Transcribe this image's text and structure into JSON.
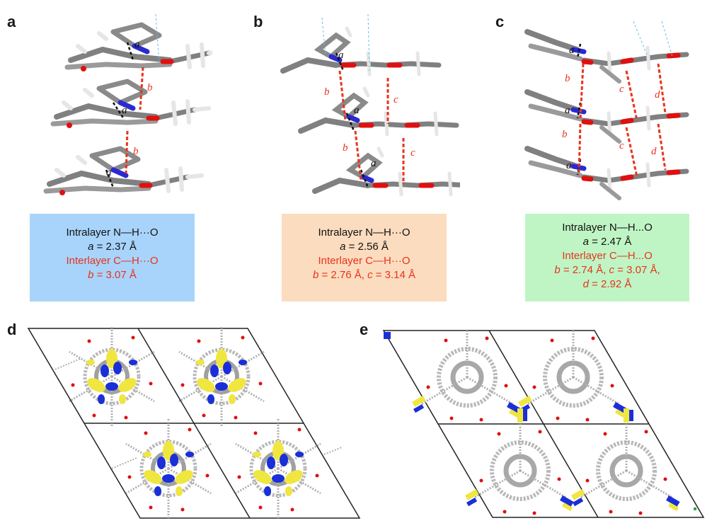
{
  "panels": {
    "a": {
      "letter": "a",
      "box_color": "#a8d4fb",
      "intra_title": "Intralayer N—H···O",
      "intra_var": "a",
      "intra_value": " = 2.37 Å",
      "inter_title": "Interlayer C—H···O",
      "inter_line1_var": "b",
      "inter_line1_value": " = 3.07 Å",
      "labels": [
        "a",
        "b",
        "a",
        "b",
        "a"
      ]
    },
    "b": {
      "letter": "b",
      "box_color": "#fbdcbf",
      "intra_title": "Intralayer N—H···O",
      "intra_var": "a",
      "intra_value": " = 2.56 Å",
      "inter_title": "Interlayer C—H···O",
      "inter_line1_var": "b",
      "inter_line1_value": " = 2.76 Å, ",
      "inter_line1_var2": "c",
      "inter_line1_value2": " = 3.14 Å",
      "labels": [
        "a",
        "b",
        "c",
        "a",
        "b",
        "c",
        "a"
      ]
    },
    "c": {
      "letter": "c",
      "box_color": "#bff5c5",
      "intra_title": "Intralayer N—H...O",
      "intra_var": "a",
      "intra_value": " = 2.47 Å",
      "inter_title": "Interlayer C—H...O",
      "inter_line1_var": "b",
      "inter_line1_value": " = 2.74 Å, ",
      "inter_line1_var2": "c",
      "inter_line1_value2": " = 3.07 Å,",
      "inter_line2_var": "d",
      "inter_line2_value": " = 2.92 Å",
      "labels": [
        "a",
        "b",
        "c",
        "d",
        "a",
        "b",
        "c",
        "d",
        "a"
      ]
    },
    "d": {
      "letter": "d"
    },
    "e": {
      "letter": "e"
    }
  },
  "colors": {
    "label_black": "#111111",
    "label_red": "#e8331c",
    "carbon": "#808080",
    "hydrogen": "#e6e6e6",
    "nitrogen": "#2a2ad0",
    "oxygen": "#e01010",
    "isosurface_yellow": "#f0e640",
    "isosurface_blue": "#1a2fd8"
  }
}
